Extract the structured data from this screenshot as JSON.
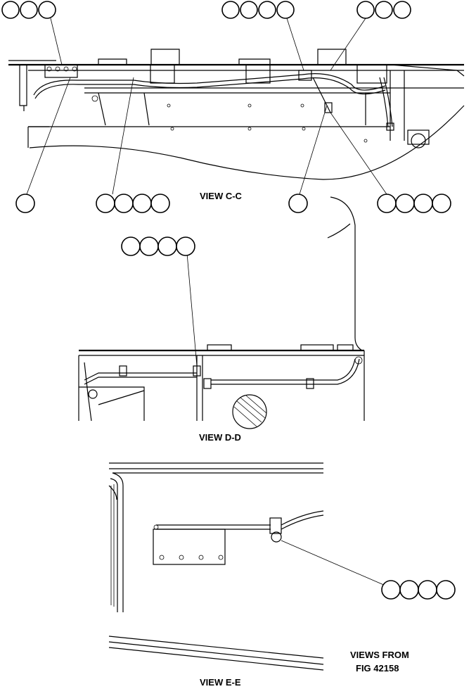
{
  "views": {
    "c": {
      "label": "VIEW C-C"
    },
    "d": {
      "label": "VIEW D-D"
    },
    "e": {
      "label": "VIEW E-E"
    }
  },
  "note": {
    "line1": "VIEWS FROM",
    "line2": "FIG 42158"
  },
  "callout_groups": [
    {
      "id": "c-top-left",
      "circles": 3
    },
    {
      "id": "c-top-mid",
      "circles": 4
    },
    {
      "id": "c-top-right",
      "circles": 3
    },
    {
      "id": "c-bottom-1",
      "circles": 1
    },
    {
      "id": "c-bottom-2",
      "circles": 4
    },
    {
      "id": "c-bottom-3",
      "circles": 1
    },
    {
      "id": "c-bottom-4",
      "circles": 4
    },
    {
      "id": "d-top",
      "circles": 4
    },
    {
      "id": "e-right",
      "circles": 4
    }
  ]
}
